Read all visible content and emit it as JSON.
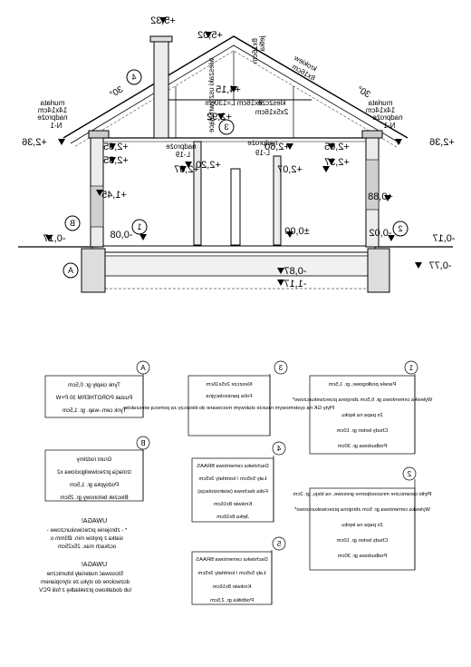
{
  "section": {
    "levels": {
      "ridge": "+5,32",
      "chimney_top": "+5,02",
      "ridge_beam": "+4,15",
      "collar_tie": "+2,92",
      "eave_left": "+2,36",
      "eave_right": "+2,36",
      "plate_left": "+2,65",
      "plate_right": "+2,65",
      "lintel_left_top": "+2,35",
      "lintel_right_top": "+2,37",
      "header_mid_left": "+2,07",
      "door_head": "+2,20",
      "header_mid_right": "+2,07",
      "ceiling": "+2,60",
      "sill_left": "+1,45",
      "sill_right": "+0,88",
      "floor_left": "-0,08",
      "floor_zero": "±0,00",
      "floor_right": "-0,02",
      "ground_left": "-0,17",
      "ground_right": "-0,17",
      "footing_right": "-0,77",
      "foundation": "-0,87",
      "bottom": "-1,17"
    },
    "roof_pitch_left": "30°",
    "roof_pitch_right": "30°",
    "labels": {
      "jetka": "jetka",
      "jetka_size": "8x16cm",
      "krokiew": "krokiew",
      "krokiew_size": "8x16cm",
      "wieszak": "wieszaki usztywniające",
      "wieszak_size": "8x16cm L=130cm",
      "kleszcze": "kleszcze",
      "kleszcze_size": "2x5x16cm",
      "murlata_l": "murłata",
      "murlata_l_size": "14x14cm",
      "nadproze_l": "nadproże",
      "nadproze_l_type": "N-1",
      "murlata_r": "murłata",
      "murlata_r_size": "14x14cm",
      "nadproze_r": "nadproże",
      "nadproze_r_type": "N-1",
      "nadproze_m1": "nadproże",
      "nadproze_m1_type": "L-19",
      "nadproze_m2": "nadproże",
      "nadproze_m2_type": "L-19"
    },
    "markers": {
      "a": "A",
      "b": "B",
      "one": "1",
      "two": "2",
      "three": "3",
      "four": "4"
    }
  },
  "legends": {
    "A": {
      "id": "A",
      "items": [
        "Tynk ciepły gr. 0,5cm",
        "Pustak POROTHERM 30 P+W",
        "Tynk cem.-wap. gr. 1,5cm"
      ]
    },
    "B": {
      "id": "B",
      "items": [
        "Grunt rodzimy",
        "Izolacja przeciwwilgociowa x2",
        "Podsypka gr. 1,5cm",
        "Bloczek betonowy gr. 25cm"
      ]
    },
    "three": {
      "id": "3",
      "items": [
        "Kleszcze 2x5x16cm",
        "Folia paroizolacyjna",
        "Płyty GK na systemowym ruszcie stalowym mocowane do kleszczy za pomocą wieszaków"
      ]
    },
    "four": {
      "id": "4",
      "items": [
        "Dachówka cementowa BRAAS",
        "Łaty 5x5cm / kontrłaty 3x5cm",
        "Folia dachowa (wiatroizolacja)",
        "Krokwie 8x16cm",
        "Jętka 8x16cm"
      ]
    },
    "five": {
      "id": "5",
      "items": [
        "Dachówka cementowa BRAAS",
        "Łaty 5x5cm / kontrłaty 3x5cm",
        "Krokwie 8x16cm",
        "Podbitka gr. 2,5cm"
      ]
    },
    "one": {
      "id": "1",
      "items": [
        "Panele podłogowe, gr. 1,5cm",
        "Wylewka cementowa gr. 6,5cm zbrojona przeciwskurczowo*",
        "2x papa na lepiku",
        "Chudy beton gr. 10cm",
        "Podbudowa gr. 30cm"
      ]
    },
    "two": {
      "id": "2",
      "items": [
        "Płytki ceramiczne mrozoodporne gresowe, na kleju, gr. 2cm",
        "Wylewka cementowa gr. 5cm zbrojona przeciwskurczowo*",
        "2x papa na lepiku",
        "Chudy beton gr. 10cm",
        "Podbudowa gr. 30cm"
      ]
    }
  },
  "notes": {
    "uwaga1_title": "UWAGA!",
    "uwaga1_lines": [
      "* - zbrojenie przeciwskurczowe -",
      "siatka z prętów min. Ø3mm o",
      "oczkach max. 25x25cm"
    ],
    "uwaga2_title": "UWAGA!",
    "uwaga2_lines": [
      "Stosować materiały bitumiczne",
      "dozwolone do styku ze styropianem",
      "lub dodatkowo przekładkę z folii PCV"
    ]
  }
}
